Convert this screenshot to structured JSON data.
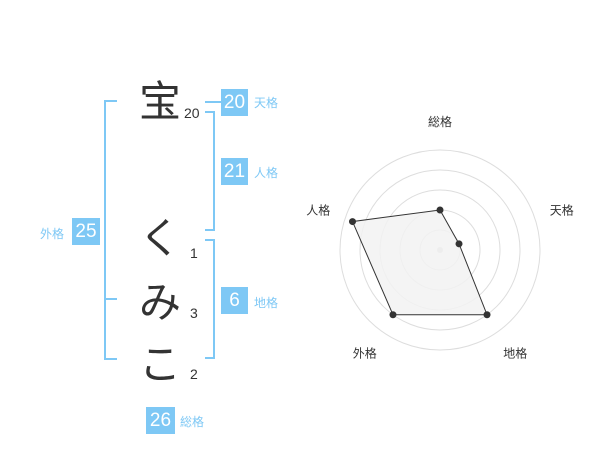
{
  "characters": [
    {
      "char": "宝",
      "strokes": "20"
    },
    {
      "char": "く",
      "strokes": "1"
    },
    {
      "char": "み",
      "strokes": "3"
    },
    {
      "char": "こ",
      "strokes": "2"
    }
  ],
  "grids": {
    "tenkaku": {
      "value": "20",
      "label": "天格"
    },
    "jinkaku": {
      "value": "21",
      "label": "人格"
    },
    "chikaku": {
      "value": "6",
      "label": "地格"
    },
    "gaikaku": {
      "value": "25",
      "label": "外格"
    },
    "soukaku": {
      "value": "26",
      "label": "総格"
    }
  },
  "colors": {
    "accent": "#7ec8f5",
    "text": "#333333",
    "grid": "#dddddd",
    "fill": "#f2f2f2"
  },
  "chart_data": {
    "type": "radar",
    "axes": [
      "総格",
      "天格",
      "地格",
      "外格",
      "人格"
    ],
    "rings": 5,
    "values": [
      2.0,
      1.0,
      4.0,
      4.0,
      4.6
    ],
    "max": 5
  }
}
